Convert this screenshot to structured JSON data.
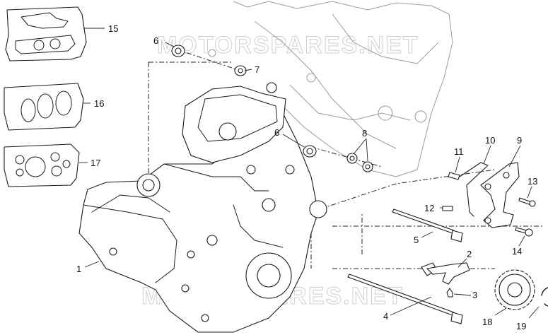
{
  "watermark": "MOTORSPARES.NET",
  "callouts": [
    {
      "id": "c1",
      "label": "1"
    },
    {
      "id": "c2",
      "label": "2"
    },
    {
      "id": "c3",
      "label": "3"
    },
    {
      "id": "c4",
      "label": "4"
    },
    {
      "id": "c5",
      "label": "5"
    },
    {
      "id": "c6a",
      "label": "6"
    },
    {
      "id": "c6b",
      "label": "6"
    },
    {
      "id": "c7",
      "label": "7"
    },
    {
      "id": "c8",
      "label": "8"
    },
    {
      "id": "c9",
      "label": "9"
    },
    {
      "id": "c10",
      "label": "10"
    },
    {
      "id": "c11",
      "label": "11"
    },
    {
      "id": "c12",
      "label": "12"
    },
    {
      "id": "c13",
      "label": "13"
    },
    {
      "id": "c14",
      "label": "14"
    },
    {
      "id": "c15",
      "label": "15"
    },
    {
      "id": "c16",
      "label": "16"
    },
    {
      "id": "c17",
      "label": "17"
    },
    {
      "id": "c18",
      "label": "18"
    },
    {
      "id": "c19",
      "label": "19"
    }
  ]
}
